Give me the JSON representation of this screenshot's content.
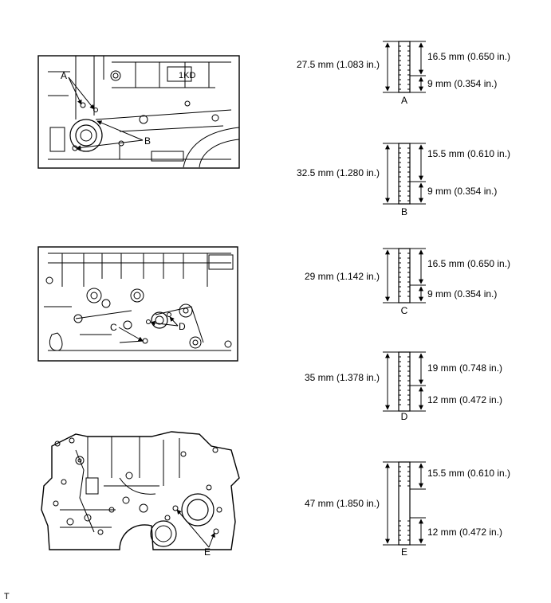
{
  "studs": [
    {
      "letter": "A",
      "total": "27.5 mm (1.083 in.)",
      "upper": "16.5 mm (0.650 in.)",
      "lower": "9 mm (0.354 in.)"
    },
    {
      "letter": "B",
      "total": "32.5 mm (1.280 in.)",
      "upper": "15.5 mm (0.610 in.)",
      "lower": "9 mm (0.354 in.)"
    },
    {
      "letter": "C",
      "total": "29 mm (1.142 in.)",
      "upper": "16.5 mm (0.650 in.)",
      "lower": "9 mm (0.354 in.)"
    },
    {
      "letter": "D",
      "total": "35 mm (1.378 in.)",
      "upper": "19 mm (0.748 in.)",
      "lower": "12 mm (0.472 in.)"
    },
    {
      "letter": "E",
      "total": "47 mm (1.850 in.)",
      "upper": "15.5 mm (0.610 in.)",
      "lower": "12 mm (0.472 in.)"
    }
  ],
  "block_views": [
    {
      "callouts": [
        "A",
        "B"
      ],
      "casting_text": "1KD"
    },
    {
      "callouts": [
        "C",
        "D"
      ]
    },
    {
      "callouts": [
        "E"
      ]
    }
  ],
  "footer_mark": "T"
}
